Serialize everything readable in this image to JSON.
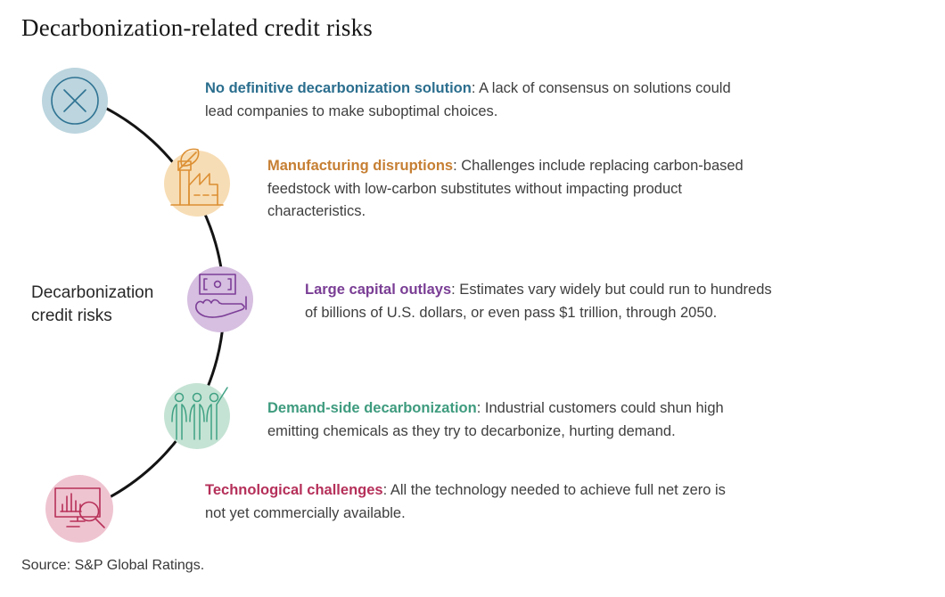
{
  "title": "Decarbonization-related credit risks",
  "center_label": "Decarbonization\ncredit risks",
  "source": "Source: S&P Global Ratings.",
  "flow_line_color": "#141414",
  "items": [
    {
      "heading": "No definitive decarbonization solution",
      "body": ": A lack of consensus on solutions could\nlead companies to make suboptimal choices.",
      "accent": "#2B6E8E",
      "circle_fill": "#BCD5DE",
      "icon_stroke": "#2F7393",
      "icon": "x-circle-icon"
    },
    {
      "heading": "Manufacturing disruptions",
      "body": ": Challenges include replacing carbon-based\nfeedstock with low-carbon substitutes without impacting product\ncharacteristics.",
      "accent": "#C67F33",
      "circle_fill": "#F7DDB5",
      "icon_stroke": "#DC8F33",
      "icon": "factory-leaf-icon"
    },
    {
      "heading": "Large capital outlays",
      "body": ": Estimates vary widely but could run to hundreds\nof billions of U.S. dollars, or even pass $1 trillion, through 2050.",
      "accent": "#7A3E95",
      "circle_fill": "#D6BFE0",
      "icon_stroke": "#7D3F98",
      "icon": "money-hand-icon"
    },
    {
      "heading": "Demand-side decarbonization",
      "body": ": Industrial customers could shun high\nemitting chemicals as they try to decarbonize, hurting demand.",
      "accent": "#3E9B7E",
      "circle_fill": "#C5E3D4",
      "icon_stroke": "#3FA183",
      "icon": "people-icon"
    },
    {
      "heading": "Technological challenges",
      "body": ": All the technology needed to achieve full net zero is\nnot yet commercially available.",
      "accent": "#B5305A",
      "circle_fill": "#EFC4D1",
      "icon_stroke": "#B73059",
      "icon": "chart-magnifier-icon"
    }
  ]
}
